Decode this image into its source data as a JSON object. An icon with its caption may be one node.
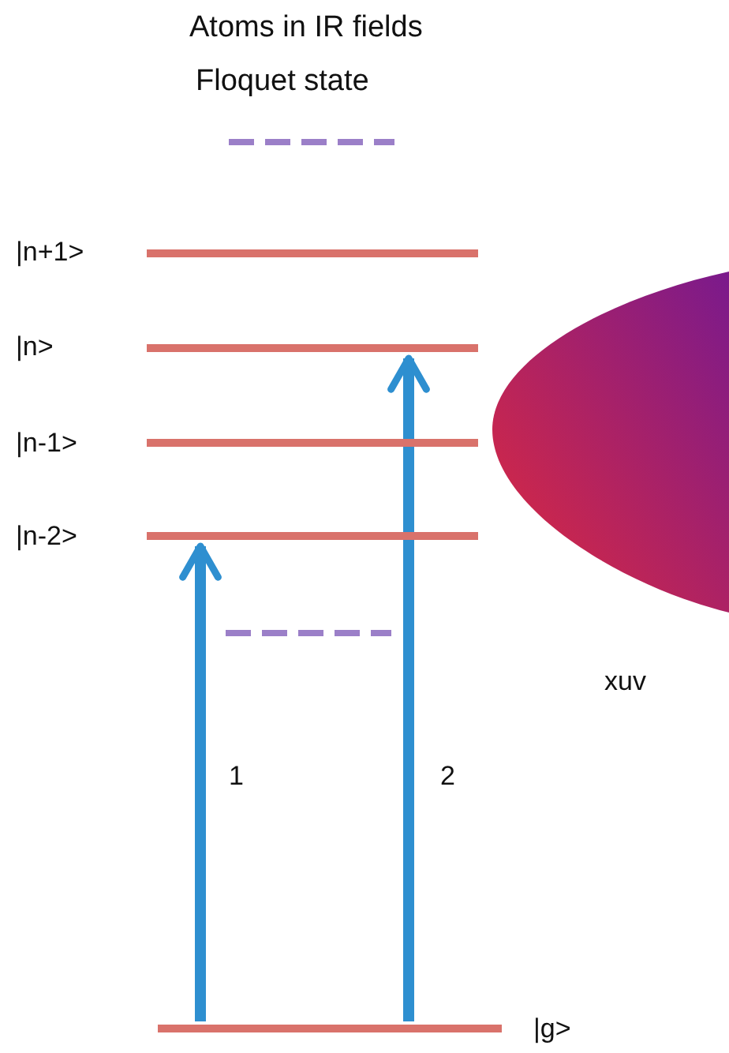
{
  "diagram": {
    "title": "Atoms in IR fields",
    "nodes": [
      {
        "text": [],
        "shape": "bar",
        "beside": [
          "|n+1>"
        ]
      },
      {
        "text": [],
        "shape": "bar",
        "beside": [
          "|n>"
        ]
      },
      {
        "text": [],
        "shape": "bar",
        "beside": [
          "|n-1>"
        ]
      },
      {
        "text": [],
        "shape": "bar",
        "beside": [
          "|n-2>"
        ]
      },
      {
        "text": [],
        "shape": "bar",
        "beside": [
          "|g>"
        ]
      }
    ],
    "edges": [
      {
        "from": 4,
        "to": 3,
        "arrow": "to",
        "label": "1"
      },
      {
        "from": 4,
        "to": 1,
        "arrow": "to",
        "label": "2"
      }
    ],
    "labels": [
      "xuv"
    ],
    "legend": [
      {
        "text": "Floquet state"
      }
    ]
  }
}
